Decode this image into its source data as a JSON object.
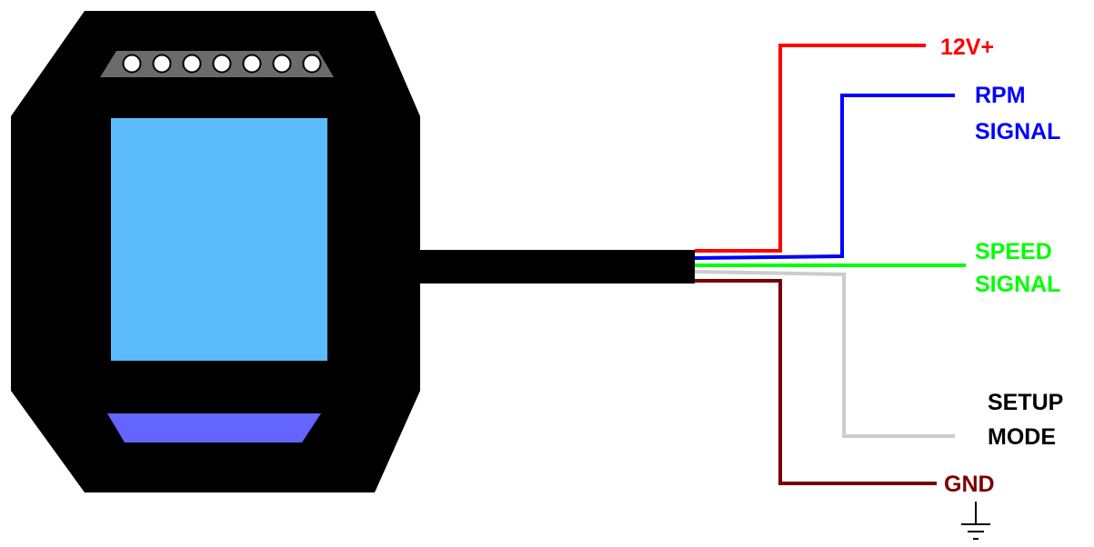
{
  "colors": {
    "housing": "#000000",
    "connector": "#6b6b6b",
    "pin": "#ffffff",
    "screen": "#5cbbfa",
    "indicator": "#6464ff",
    "cable": "#000000",
    "ground_symbol": "#000000"
  },
  "device": {
    "connector_pin_count": 7
  },
  "wires": [
    {
      "id": "12v",
      "label_lines": [
        "12V+"
      ],
      "color": "#ff0000"
    },
    {
      "id": "rpm",
      "label_lines": [
        "RPM",
        "SIGNAL"
      ],
      "color": "#0000ff"
    },
    {
      "id": "speed",
      "label_lines": [
        "SPEED",
        "SIGNAL"
      ],
      "color": "#00ff00"
    },
    {
      "id": "setup",
      "label_lines": [
        "SETUP",
        "MODE"
      ],
      "color": "#000000",
      "wire_color": "#cccccc"
    },
    {
      "id": "gnd",
      "label_lines": [
        "GND"
      ],
      "color": "#7a0000"
    }
  ],
  "ground_symbol": "ground-icon"
}
